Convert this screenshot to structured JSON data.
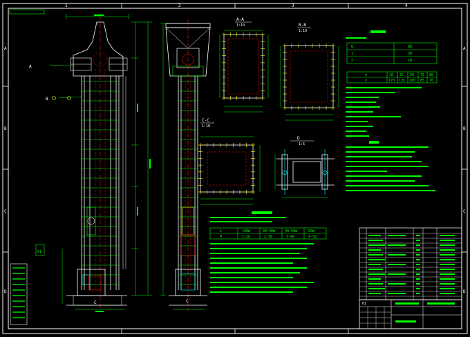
{
  "drawing": {
    "colors": {
      "background": "#000000",
      "frame": "#ffffff",
      "linework": "#ffffff",
      "dimension": "#00ff00",
      "annotation": "#00ff00",
      "hidden": "#ff0000",
      "center": "#ff3333",
      "cyan": "#00ffff",
      "magenta": "#ff00ff",
      "yellow": "#ffff00",
      "blue": "#3399ff"
    },
    "zone_top": [
      "1",
      "2",
      "3",
      "4"
    ],
    "zone_side": [
      "A",
      "B",
      "C",
      "D"
    ],
    "views": {
      "section_a": {
        "title": "A-A",
        "scale": "1:10"
      },
      "section_b": {
        "title": "B-B",
        "scale": "1:10"
      },
      "section_c": {
        "title": "C-C",
        "scale": "1:10"
      },
      "detail_d": {
        "title": "D",
        "scale": "1:5"
      }
    },
    "elevation": {
      "label_a": "A",
      "label_b": "B",
      "label_c": "C",
      "label_01": "01"
    },
    "side_view": {
      "label_c": "C"
    },
    "spec_table": {
      "header": [
        "Q",
        "80"
      ],
      "rows": [
        [
          "1",
          "30"
        ],
        [
          "2",
          "50"
        ]
      ]
    },
    "speed_table": {
      "header": [
        "n",
        "10",
        "25",
        "50",
        "75",
        "80"
      ],
      "row": [
        "v",
        "170",
        "135",
        "100",
        "85",
        "70"
      ]
    },
    "spacing_table": {
      "header": [
        "L",
        "<30m",
        "30-40m",
        "40-50m",
        "50m"
      ],
      "row": [
        "H",
        "1-2m",
        "2-3m",
        "3-4m",
        "4-5m"
      ]
    },
    "title_block": {
      "left_code": "01"
    }
  }
}
